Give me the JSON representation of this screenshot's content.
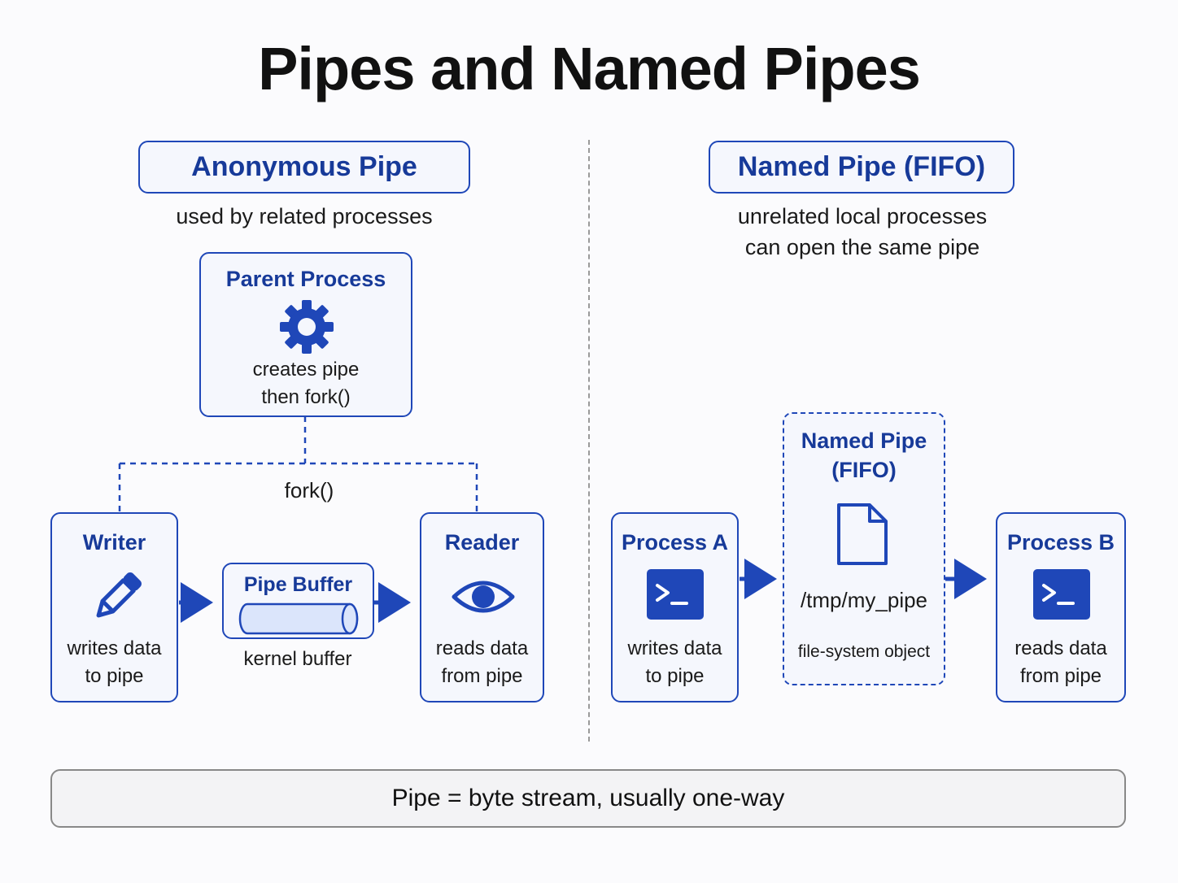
{
  "title": "Pipes and Named Pipes",
  "left": {
    "heading": "Anonymous Pipe",
    "caption": "used by related processes",
    "parent": {
      "title": "Parent Process",
      "icon": "gear-icon",
      "line1": "creates pipe",
      "line2": "then fork()"
    },
    "fork_label": "fork()",
    "writer": {
      "title": "Writer",
      "icon": "pencil-icon",
      "line1": "writes data",
      "line2": "to pipe"
    },
    "buffer": {
      "title": "Pipe Buffer",
      "icon": "cylinder-icon",
      "caption": "kernel buffer"
    },
    "reader": {
      "title": "Reader",
      "icon": "eye-icon",
      "line1": "reads data",
      "line2": "from pipe"
    }
  },
  "right": {
    "heading": "Named Pipe (FIFO)",
    "caption_line1": "unrelated local processes",
    "caption_line2": "can open the same pipe",
    "process_a": {
      "title": "Process A",
      "icon": "terminal-icon",
      "line1": "writes data",
      "line2": "to pipe"
    },
    "fifo": {
      "title_line1": "Named Pipe",
      "title_line2": "(FIFO)",
      "icon": "file-icon",
      "path": "/tmp/my_pipe",
      "note": "file-system object"
    },
    "process_b": {
      "title": "Process B",
      "icon": "terminal-icon",
      "line1": "reads data",
      "line2": "from pipe"
    }
  },
  "summary": "Pipe = byte stream, usually one-way",
  "colors": {
    "accent": "#1f47b8",
    "accent_dark": "#173a99",
    "box_fill": "#f5f7fd",
    "buffer_fill": "#dbe5fb"
  }
}
